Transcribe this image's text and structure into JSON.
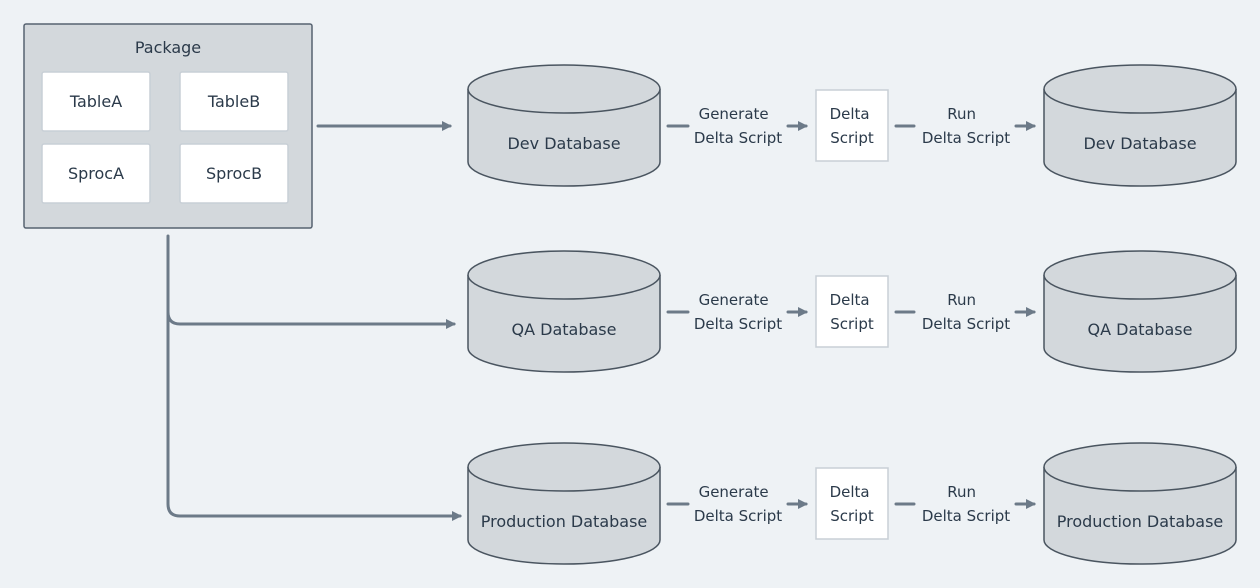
{
  "package": {
    "title": "Package",
    "items": [
      "TableA",
      "TableB",
      "SprocA",
      "SprocB"
    ]
  },
  "rows": [
    {
      "source_db": "Dev Database",
      "step1": [
        "Generate",
        "Delta Script"
      ],
      "script": [
        "Delta",
        "Script"
      ],
      "step2": [
        "Run",
        "Delta Script"
      ],
      "target_db": "Dev Database"
    },
    {
      "source_db": "QA Database",
      "step1": [
        "Generate",
        "Delta Script"
      ],
      "script": [
        "Delta",
        "Script"
      ],
      "step2": [
        "Run",
        "Delta Script"
      ],
      "target_db": "QA Database"
    },
    {
      "source_db": "Production Database",
      "step1": [
        "Generate",
        "Delta Script"
      ],
      "script": [
        "Delta",
        "Script"
      ],
      "step2": [
        "Run",
        "Delta Script"
      ],
      "target_db": "Production Database"
    }
  ],
  "colors": {
    "background": "#eef2f5",
    "package_fill": "#d3d8dc",
    "package_stroke": "#566270",
    "db_fill": "#d3d8dc",
    "db_stroke": "#4a5560",
    "box_fill": "#ffffff",
    "box_stroke": "#c8cfd6",
    "connector": "#6c7a88",
    "text": "#2b3a4a"
  }
}
